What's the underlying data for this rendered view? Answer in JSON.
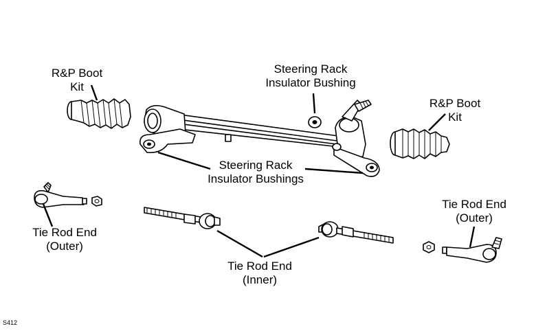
{
  "labels": {
    "boot_left": [
      "R&P Boot",
      "Kit"
    ],
    "insulator_top": [
      "Steering Rack",
      "Insulator Bushing"
    ],
    "boot_right": [
      "R&P Boot",
      "Kit"
    ],
    "insulators_bottom": [
      "Steering Rack",
      "Insulator Bushings"
    ],
    "outer_left": [
      "Tie Rod End",
      "(Outer)"
    ],
    "outer_right": [
      "Tie Rod End",
      "(Outer)"
    ],
    "inner": [
      "Tie Rod End",
      "(Inner)"
    ]
  },
  "reference": "S412"
}
